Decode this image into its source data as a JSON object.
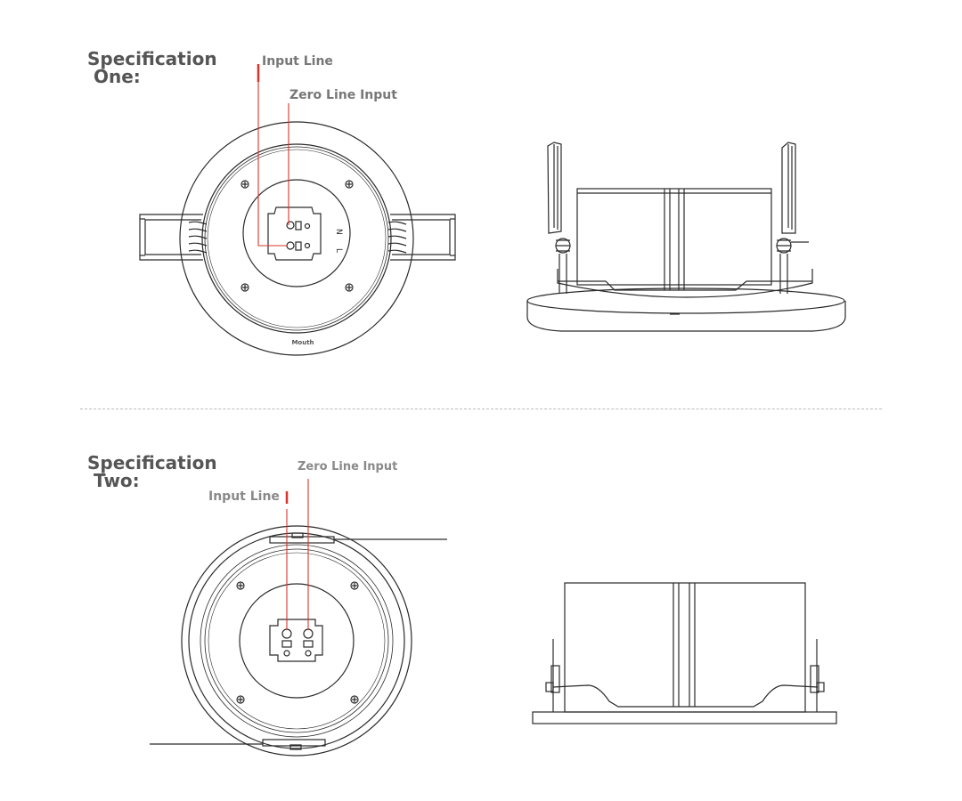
{
  "spec_one": {
    "title_line1": "Specification",
    "title_line2": "One:",
    "input_line_label": "Input Line",
    "zero_line_label": "Zero Line Input",
    "terminal_n": "N",
    "terminal_l": "L",
    "mouth_label": "Mouth"
  },
  "spec_two": {
    "title_line1": "Specification",
    "title_line2": "Two:",
    "input_line_label": "Input Line",
    "zero_line_label": "Zero Line Input"
  },
  "colors": {
    "wire_red": "#d9342b",
    "stroke": "#2a2a2a",
    "title": "#555555",
    "callout": "#777777"
  }
}
